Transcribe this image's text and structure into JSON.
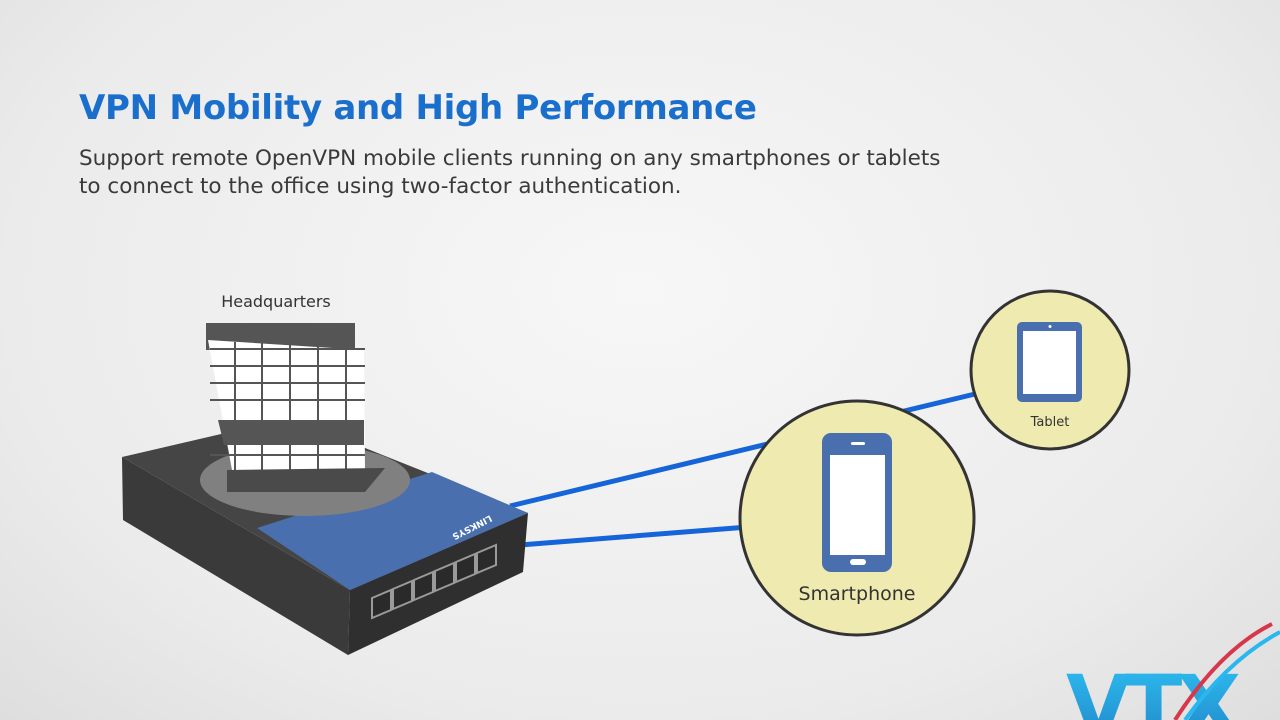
{
  "title": "VPN Mobility and High Performance",
  "subtitle_line1": "Support remote OpenVPN mobile clients running on any smartphones or tablets",
  "subtitle_line2": "to connect to the office using two-factor authentication.",
  "nodes": {
    "hq": "Headquarters",
    "smartphone": "Smartphone",
    "tablet": "Tablet"
  },
  "router_brand": "LINKSYS",
  "logo_text": "VTX",
  "colors": {
    "title": "#1b6fcc",
    "link": "#1565d8",
    "circle": "#eeeab0",
    "device": "#4a6fae",
    "router_top": "#4a6fae",
    "router_body": "#3c3c3c"
  }
}
